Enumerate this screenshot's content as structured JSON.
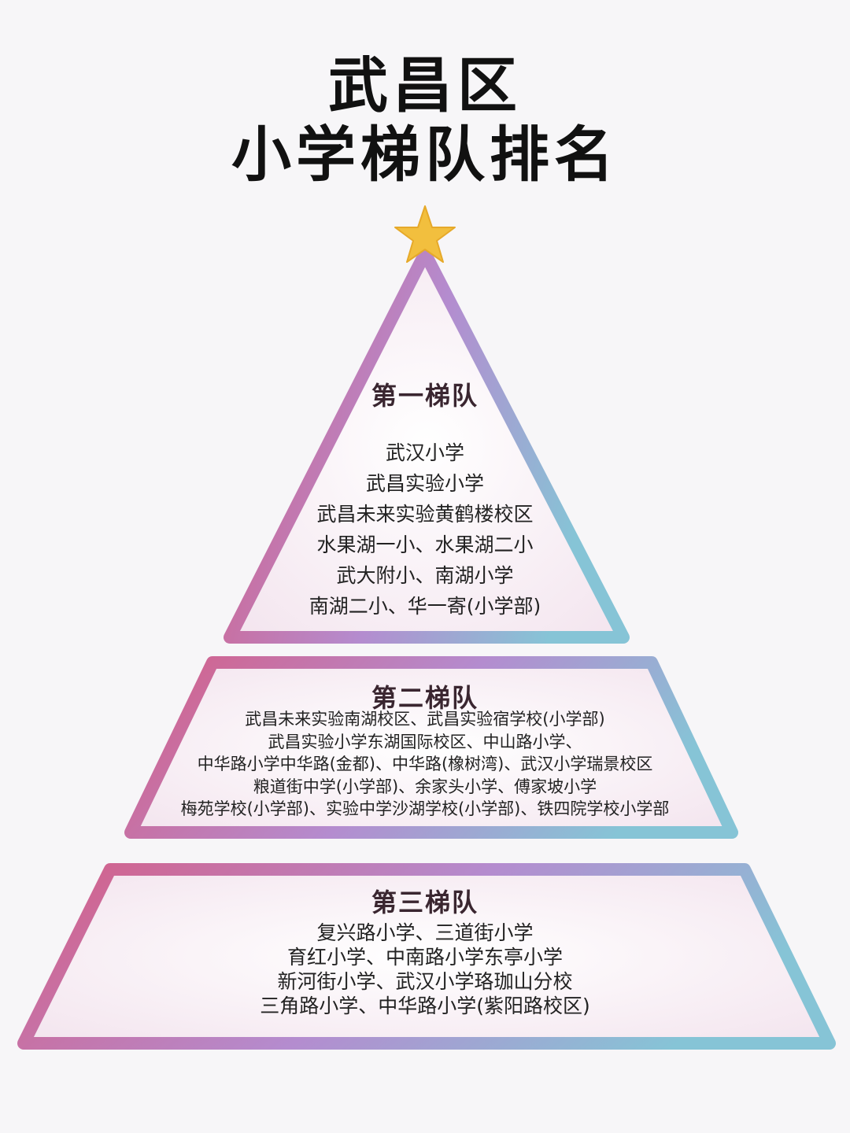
{
  "title": {
    "line1": "武昌区",
    "line2": "小学梯队排名"
  },
  "tiers": [
    {
      "label": "第一梯队",
      "schools": [
        "武汉小学",
        "武昌实验小学",
        "武昌未来实验黄鹤楼校区",
        "水果湖一小、水果湖二小",
        "武大附小、南湖小学",
        "南湖二小、华一寄(小学部)"
      ]
    },
    {
      "label": "第二梯队",
      "schools": [
        "武昌未来实验南湖校区、武昌实验宿学校(小学部)",
        "武昌实验小学东湖国际校区、中山路小学、",
        "中华路小学中华路(金都)、中华路(橡树湾)、武汉小学瑞景校区",
        "粮道街中学(小学部)、余家头小学、傅家坡小学",
        "梅苑学校(小学部)、实验中学沙湖学校(小学部)、铁四院学校小学部"
      ]
    },
    {
      "label": "第三梯队",
      "schools": [
        "复兴路小学、三道街小学",
        "育红小学、中南路小学东亭小学",
        "新河街小学、武汉小学珞珈山分校",
        "三角路小学、中华路小学(紫阳路校区)"
      ]
    }
  ],
  "colors": {
    "star": "#f2bf3e",
    "frame_pink": "#d55e86",
    "frame_purple": "#b48ccf",
    "frame_teal": "#86c4d6",
    "fill": "#fbf7fa"
  },
  "icons": {
    "top": "star-icon"
  }
}
